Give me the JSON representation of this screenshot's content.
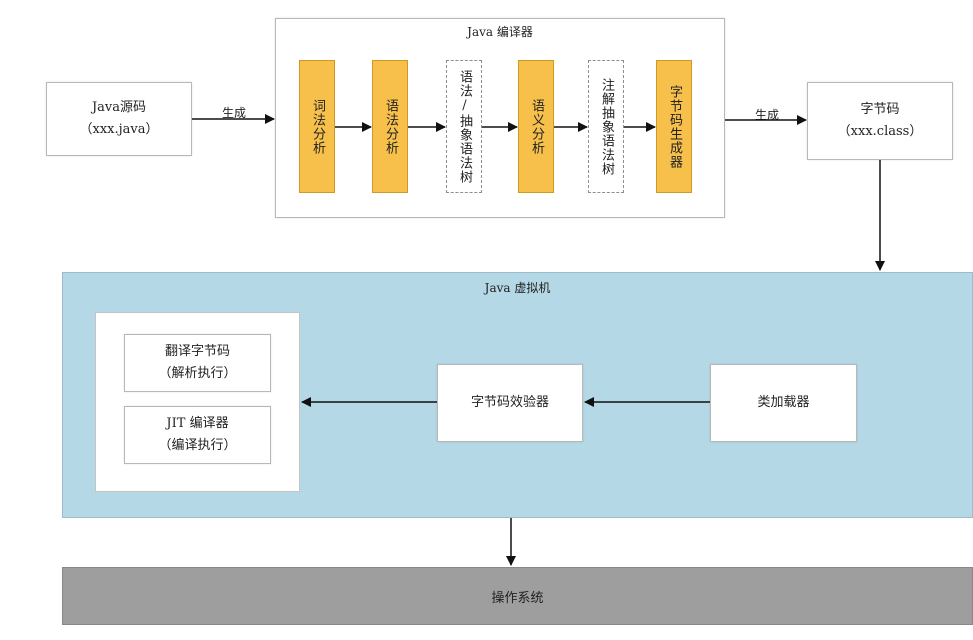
{
  "source": {
    "title": "Java源码",
    "subtitle": "（xxx.java）"
  },
  "gen_left": "生成",
  "gen_right": "生成",
  "compiler": {
    "title": "Java 编译器",
    "stages": [
      {
        "label": "词法分析",
        "style": "solid"
      },
      {
        "label": "语法分析",
        "style": "solid"
      },
      {
        "label": "语法/抽象语法树",
        "style": "dashed"
      },
      {
        "label": "语义分析",
        "style": "solid"
      },
      {
        "label": "注解抽象语法树",
        "style": "dashed"
      },
      {
        "label": "字节码生成器",
        "style": "solid"
      }
    ]
  },
  "bytecode": {
    "title": "字节码",
    "subtitle": "（xxx.class）"
  },
  "jvm": {
    "title": "Java 虚拟机",
    "exec_box": {
      "interpret": {
        "title": "翻译字节码",
        "subtitle": "（解析执行）"
      },
      "jit": {
        "title": "JIT 编译器",
        "subtitle": "（编译执行）"
      }
    },
    "verifier": "字节码效验器",
    "class_loader": "类加载器"
  },
  "os": "操作系统",
  "colors": {
    "stage_fill": "#f6c04a",
    "jvm_fill": "#b4d8e6",
    "os_fill": "#9e9e9e"
  }
}
